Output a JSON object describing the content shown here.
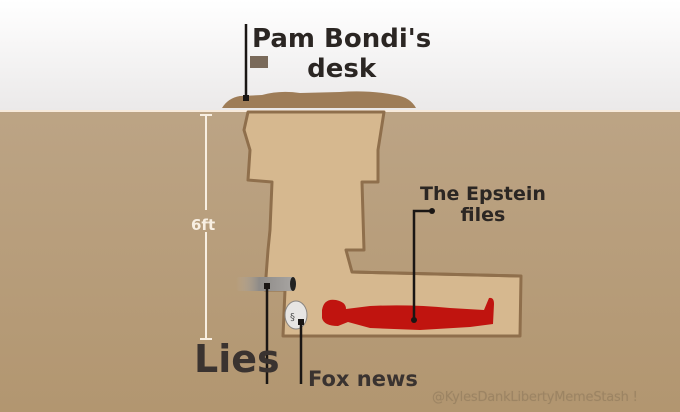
{
  "meme": {
    "title_label": [
      "Pam Bondi's",
      "desk"
    ],
    "epstein_label": [
      "The Epstein",
      "files"
    ],
    "depth_label": "6ft",
    "lies_label": "Lies",
    "fox_label": "Fox news",
    "watermark": "@KylesDankLibertyMemeStash !"
  },
  "colors": {
    "sky": "#efeeee",
    "soil": "#b89e7c",
    "tunnel": "#d6b88f",
    "tunnel_edge": "#8f6f4c",
    "mound": "#9e7d58",
    "body": "#c0140f",
    "label_text": "#2b2623",
    "measure_line": "#f8efe2"
  }
}
